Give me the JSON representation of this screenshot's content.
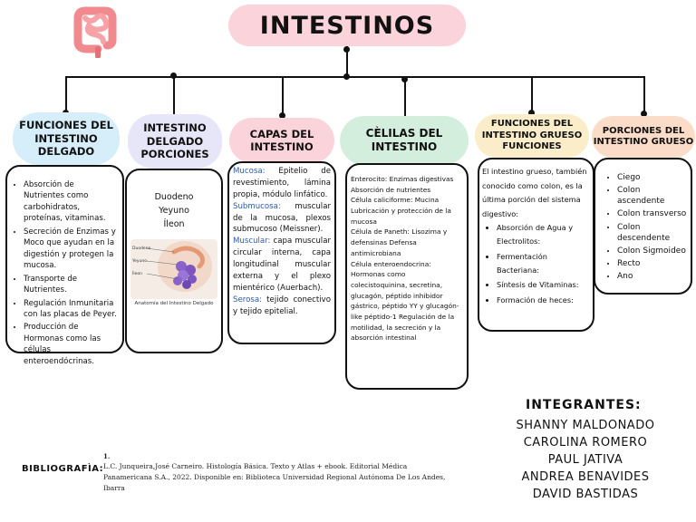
{
  "title": "INTESTINOS",
  "icon_name": "intestine-icon",
  "columns": [
    {
      "header": "FUNCIONES DEL INTESTINO DELGADO",
      "color": "#d6eefa",
      "items": [
        "Absorción de Nutrientes como carbohidratos, proteínas, vitaminas.",
        "Secreción de Enzimas y Moco que ayudan en la digestión y protegen la mucosa.",
        "Transporte de Nutrientes.",
        "Regulación Inmunitaria con las placas de Peyer.",
        "Producción de Hormonas como las células enteroendócrinas."
      ]
    },
    {
      "header": "INTESTINO DELGADO PORCIONES",
      "color": "#e7e5f8",
      "parts": [
        "Duodeno",
        "Yeyuno",
        "Íleon"
      ],
      "image_caption": "Anatomía del Intestino Delgado",
      "image_labels": [
        "Duodeno",
        "Yeyuno",
        "Íleon"
      ]
    },
    {
      "header": "CAPAS DEL INTESTINO",
      "color": "#fbd3da",
      "layers": [
        {
          "name": "Mucosa:",
          "text": "Epitelio de revestimiento, lámina propia, módulo linfático."
        },
        {
          "name": "Submucosa:",
          "text": "muscular de la mucosa, plexos submucoso (Meissner)."
        },
        {
          "name": "Muscular:",
          "text": "capa muscular circular interna, capa longitudinal muscular externa y el plexo mientérico (Auerbach)."
        },
        {
          "name": "Serosa:",
          "text": "tejido conectivo y tejido epitelial."
        }
      ]
    },
    {
      "header": "CÈLILAS DEL INTESTINO",
      "color": "#d4eede",
      "lines": [
        "Enterocito: Enzimas digestivas Absorción de nutrientes",
        "Célula caliciforme: Mucina Lubricación y protección de la mucosa",
        "Célula de Paneth: Lisozima y defensinas Defensa antimicrobiana",
        "Célula enteroendocrina: Hormonas como colecistoquinina, secretina, glucagón, péptido inhibidor gástrico, péptido YY y glucagón-like péptido-1 Regulación de la motilidad, la secreción y la absorción intestinal"
      ]
    },
    {
      "header": "FUNCIONES DEL INTESTINO GRUESO FUNCIONES",
      "color": "#fbedc9",
      "intro": "El intestino grueso, también conocido como colon, es la última porción del sistema digestivo:",
      "items": [
        "Absorción de Agua y Electrolitos:",
        "Fermentación Bacteriana:",
        "Síntesis de Vitaminas:",
        "Formación de heces:"
      ]
    },
    {
      "header": "PORCIONES DEL INTESTINO GRUESO",
      "color": "#fbdcc8",
      "items": [
        "Ciego",
        "Colon ascendente",
        "Colon transverso",
        "Colon descendente",
        "Colon Sigmoideo",
        "Recto",
        "Ano"
      ]
    }
  ],
  "integrantes": {
    "label": "INTEGRANTES:",
    "names": [
      "SHANNY MALDONADO",
      "CAROLINA ROMERO",
      "PAUL JATIVA",
      "ANDREA BENAVIDES",
      "DAVID BASTIDAS"
    ]
  },
  "bibliografia": {
    "label": "BIBLIOGRAFÌA:",
    "number": "1.",
    "text": "L.C. Junqueira,José Carneiro. Histología Básica. Texto y Atlas + ebook. Editorial Médica Panamericana S.A., 2022. Disponible en: Biblioteca Universidad Regional Autónoma De Los Andes, Ibarra"
  }
}
